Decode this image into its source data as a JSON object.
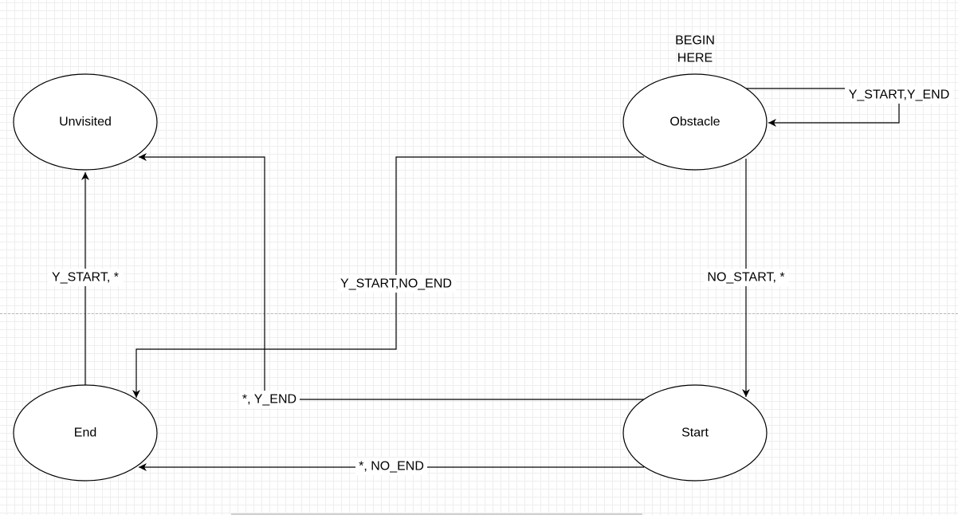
{
  "diagram": {
    "note": {
      "line1": "BEGIN",
      "line2": "HERE"
    },
    "nodes": {
      "unvisited": "Unvisited",
      "obstacle": "Obstacle",
      "end": "End",
      "start": "Start"
    },
    "edges": {
      "obstacle_self": "Y_START,Y_END",
      "end_to_unvisited": "Y_START, *",
      "obstacle_to_end": "Y_START,NO_END",
      "obstacle_to_start": "NO_START, *",
      "start_to_unvisited": "*, Y_END",
      "start_to_end": "*, NO_END"
    }
  }
}
